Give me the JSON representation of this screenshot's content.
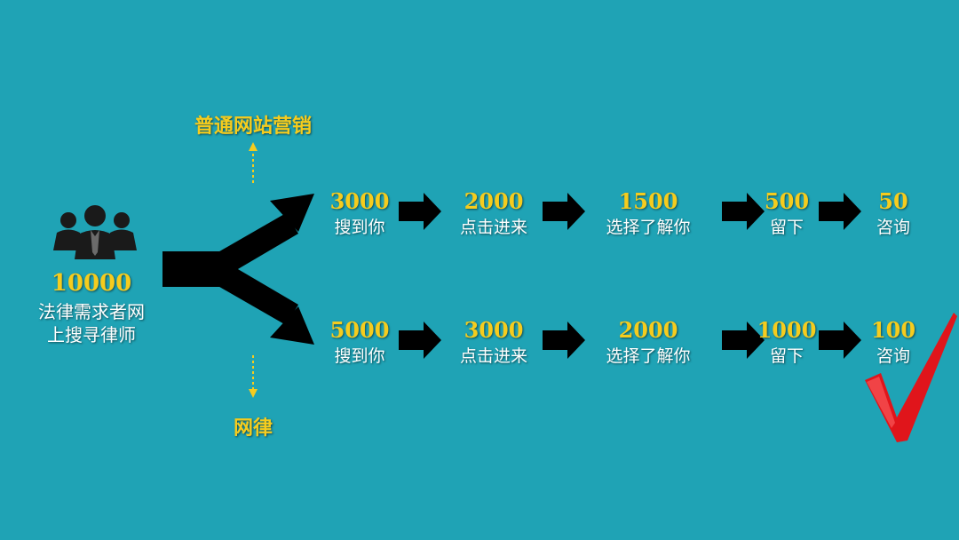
{
  "source": {
    "count": "10000",
    "label_line1": "法律需求者网",
    "label_line2": "上搜寻律师",
    "icon": "people-group-icon"
  },
  "branches": {
    "top_label": "普通网站营销",
    "bottom_label": "网律"
  },
  "top_row": [
    {
      "value": "3000",
      "label": "搜到你"
    },
    {
      "value": "2000",
      "label": "点击进来"
    },
    {
      "value": "1500",
      "label": "选择了解你"
    },
    {
      "value": "500",
      "label": "留下"
    },
    {
      "value": "50",
      "label": "咨询"
    }
  ],
  "bottom_row": [
    {
      "value": "5000",
      "label": "搜到你"
    },
    {
      "value": "3000",
      "label": "点击进来"
    },
    {
      "value": "2000",
      "label": "选择了解你"
    },
    {
      "value": "1000",
      "label": "留下"
    },
    {
      "value": "100",
      "label": "咨询"
    }
  ],
  "colors": {
    "background": "#1fa3b5",
    "number": "#f5cc1e",
    "label": "#ffffff",
    "arrow": "#000000",
    "checkmark": "#e0151b"
  },
  "decorations": {
    "checkmark_icon": "checkmark-icon"
  }
}
